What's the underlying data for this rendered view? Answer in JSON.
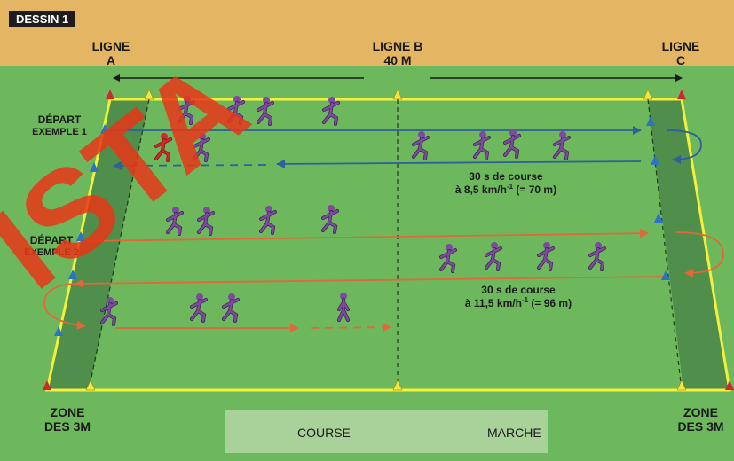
{
  "badge": "DESSIN 1",
  "lines": {
    "a": [
      "LIGNE",
      "A"
    ],
    "b": [
      "LIGNE B",
      "40 M"
    ],
    "c": [
      "LIGNE",
      "C"
    ]
  },
  "start_labels": {
    "ex1": [
      "DÉPART",
      "EXEMPLE 1"
    ],
    "ex2": [
      "DÉPART",
      "EXEMPLE 2"
    ]
  },
  "zones": {
    "left": [
      "ZONE",
      "DES 3M"
    ],
    "right": [
      "ZONE",
      "DES 3M"
    ]
  },
  "annotations": {
    "ex1": {
      "line1": "30 s de course",
      "line2_pre": "à 8,5 km/h",
      "sup": "-1",
      "line2_post": " (= 70 m)"
    },
    "ex2": {
      "line1": "30 s de course",
      "line2_pre": "à 11,5 km/h",
      "sup": "-1",
      "line2_post": " (= 96 m)"
    }
  },
  "legend": {
    "course": "COURSE",
    "marche": "MARCHE"
  },
  "watermark": "ISTA",
  "colors": {
    "band": "#e4b562",
    "field": "#6db85c",
    "zone": "#4f8e4b",
    "yellow_line": "#f3ef3b",
    "blue_arrow": "#2f5f9f",
    "orange_arrow": "#e2673a",
    "runner": "#7d4a9f",
    "runner_red": "#d3262b",
    "watermark": "#e83618",
    "cone_blue": "#2b73c9",
    "cone_red": "#d1262b",
    "cone_yellow": "#f4e63a"
  }
}
